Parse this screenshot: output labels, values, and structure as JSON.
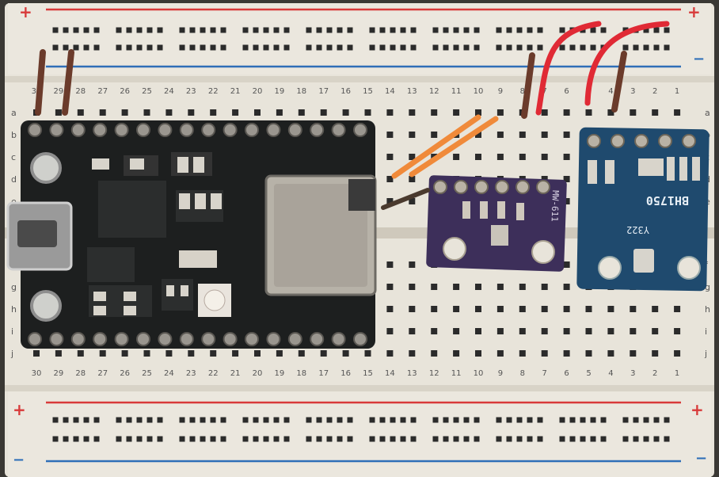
{
  "breadboard": {
    "top_row_numbers": [
      "30",
      "29",
      "28",
      "27",
      "26",
      "25",
      "24",
      "23",
      "22",
      "21",
      "20",
      "19",
      "18",
      "17",
      "16",
      "15",
      "14",
      "13",
      "12",
      "11",
      "10",
      "9",
      "8",
      "7",
      "6",
      "5",
      "4",
      "3",
      "2",
      "1"
    ],
    "bottom_row_numbers": [
      "30",
      "29",
      "28",
      "27",
      "26",
      "25",
      "24",
      "23",
      "22",
      "21",
      "20",
      "19",
      "18",
      "17",
      "16",
      "15",
      "14",
      "13",
      "12",
      "11",
      "10",
      "9",
      "8",
      "7",
      "6",
      "5",
      "4",
      "3",
      "2",
      "1"
    ],
    "row_letters_upper": [
      "a",
      "b",
      "c",
      "d",
      "e"
    ],
    "row_letters_lower": [
      "f",
      "g",
      "h",
      "i",
      "j"
    ],
    "rail_plus": "+",
    "rail_minus": "−",
    "colors": {
      "board": "#e8e4da",
      "rail_red": "#d83a3a",
      "rail_blue": "#2f6fb8",
      "hole": "#2b2b2b"
    }
  },
  "modules": {
    "mcu_board": {
      "color": "#1d1f1f"
    },
    "sensor_1": {
      "label": "MW-611",
      "color": "#3d2f5a"
    },
    "sensor_2": {
      "label_main": "BH1750",
      "label_sub": "Y322",
      "color": "#1f4a6e"
    }
  },
  "wires": {
    "brown": "#6b3b2b",
    "red": "#e02a35",
    "orange": "#f08a3a"
  }
}
